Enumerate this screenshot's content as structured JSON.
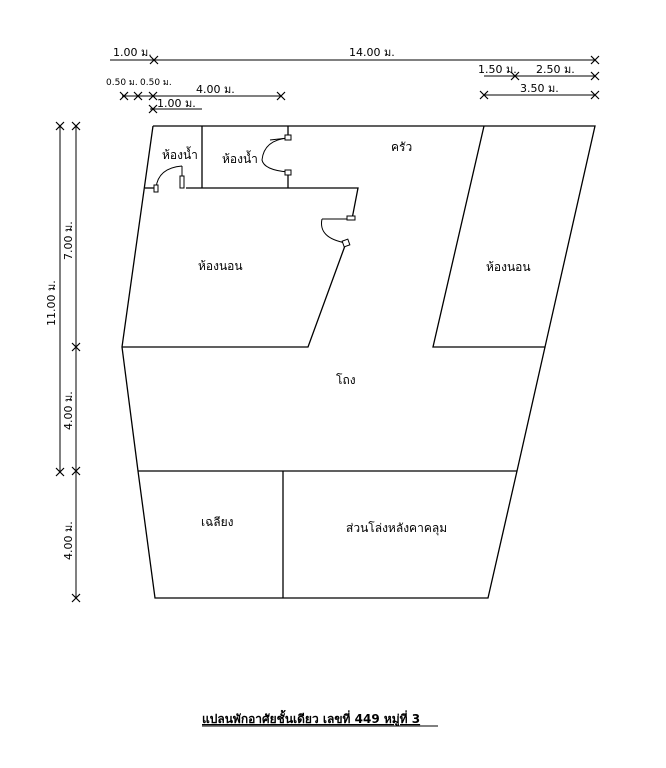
{
  "rooms": {
    "bathroom_1": "ห้องน้ำ",
    "bathroom_2": "ห้องน้ำ",
    "kitchen": "ครัว",
    "bedroom_left": "ห้องนอน",
    "bedroom_right": "ห้องนอน",
    "hall": "โถง",
    "porch": "เฉลียง",
    "covered_area": "ส่วนโล่งหลังคาคลุม"
  },
  "dimensions": {
    "top_1": "1.00 ม.",
    "top_total": "14.00 ม.",
    "top_050_a": "0.50 ม.",
    "top_050_b": "0.50 ม.",
    "top_4": "4.00 ม.",
    "top_1_inner": "1.00 ม.",
    "top_150": "1.50 ม.",
    "top_250": "2.50 ม.",
    "top_350": "3.50 ม.",
    "left_11": "11.00 ม.",
    "left_7": "7.00 ม.",
    "left_4_mid": "4.00 ม.",
    "left_4_bottom": "4.00 ม."
  },
  "title": "แปลนพักอาศัยชั้นเดียว เลขที่ 449 หมู่ที่ 3"
}
